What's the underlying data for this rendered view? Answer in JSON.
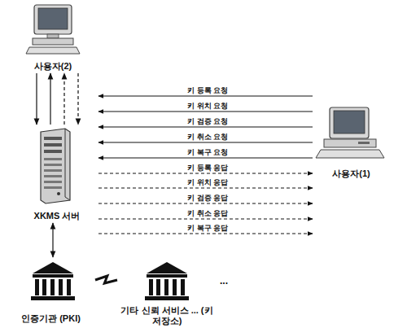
{
  "diagram": {
    "nodes": [
      {
        "text": [
          "사용자(2)"
        ]
      },
      {
        "text": [
          "XKMS 서버"
        ]
      },
      {
        "text": [
          "인증기관 (PKI)"
        ]
      },
      {
        "text": [
          "기타 신뢰 서비스 ... (키 저장소)"
        ]
      },
      {
        "text": [
          "사용자(1)"
        ]
      }
    ],
    "edges": [
      {
        "from": 0,
        "to": 1,
        "arrow": "to"
      },
      {
        "from": 1,
        "to": 0,
        "arrow": "to"
      },
      {
        "from": 1,
        "to": 0,
        "arrow": "to"
      },
      {
        "from": 0,
        "to": 1,
        "arrow": "to"
      },
      {
        "from": 1,
        "to": 2,
        "arrow": "both"
      },
      {
        "from": 2,
        "to": 3,
        "arrow": "none"
      },
      {
        "from": 4,
        "to": 1,
        "label": "키 등록 요청",
        "arrow": "to"
      },
      {
        "from": 4,
        "to": 1,
        "label": "키 위치 요청",
        "arrow": "to"
      },
      {
        "from": 4,
        "to": 1,
        "label": "키 검증 요청",
        "arrow": "to"
      },
      {
        "from": 4,
        "to": 1,
        "label": "키 취소 요청",
        "arrow": "to"
      },
      {
        "from": 4,
        "to": 1,
        "label": "키 복구 요청",
        "arrow": "to"
      },
      {
        "from": 1,
        "to": 4,
        "label": "키 등록 응답",
        "arrow": "to"
      },
      {
        "from": 1,
        "to": 4,
        "label": "키 위치 응답",
        "arrow": "to"
      },
      {
        "from": 1,
        "to": 4,
        "label": "키 검증 응답",
        "arrow": "to"
      },
      {
        "from": 1,
        "to": 4,
        "label": "키 취소 응답",
        "arrow": "to"
      },
      {
        "from": 1,
        "to": 4,
        "label": "키 복구 응답",
        "arrow": "to"
      }
    ],
    "labels": [
      "..."
    ]
  }
}
